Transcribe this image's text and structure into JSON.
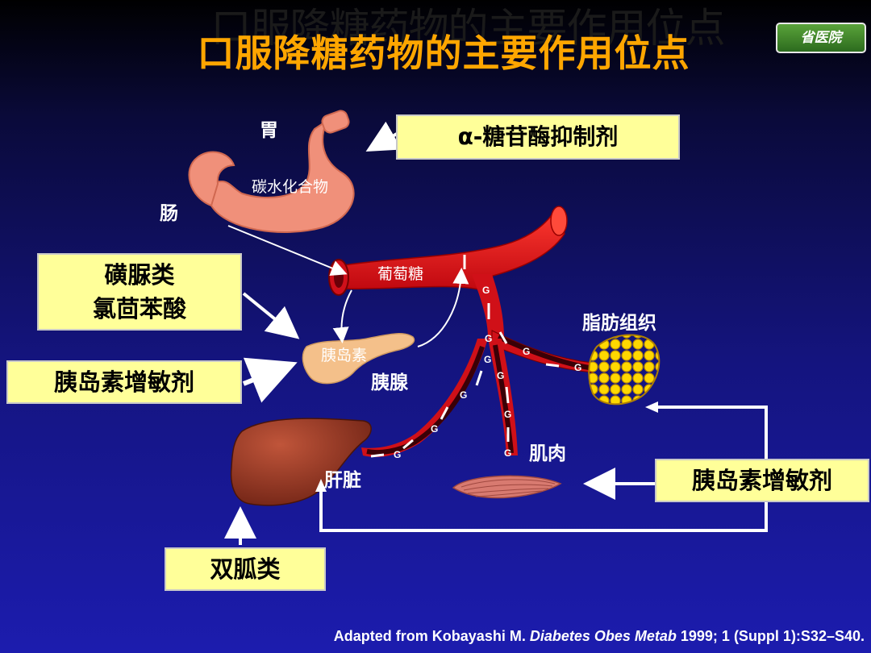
{
  "header": {
    "ghost_title": "口服降糖药物的主要作用位点",
    "title": "口服降糖药物的主要作用位点",
    "logo_text": "省医院"
  },
  "drug_boxes": {
    "alpha_glucosidase": "α-糖苷酶抑制剂",
    "sulfonylurea_line1": "磺脲类",
    "sulfonylurea_line2": "氯茴苯酸",
    "sensitizer_left": "胰岛素增敏剂",
    "sensitizer_right": "胰岛素增敏剂",
    "biguanide": "双胍类"
  },
  "organ_labels": {
    "stomach": "胃",
    "carbohydrate": "碳水化合物",
    "intestine": "肠",
    "glucose": "葡萄糖",
    "insulin": "胰岛素",
    "pancreas": "胰腺",
    "adipose": "脂肪组织",
    "muscle": "肌肉",
    "liver": "肝脏"
  },
  "glucose_letter": "G",
  "citation": {
    "prefix": "Adapted from Kobayashi M. ",
    "journal": "Diabetes Obes Metab",
    "suffix": " 1999; 1 (Suppl 1):S32–S40."
  },
  "colors": {
    "title": "#ffa600",
    "box_fill": "#ffff99",
    "vessel": "#e8101a",
    "vessel_dark": "#8a0a10",
    "liver": "#8a2e1c",
    "stomach": "#f0907a",
    "pancreas": "#f4c08a",
    "adipose": "#f0c800",
    "muscle": "#d87a70",
    "arrow": "#ffffff"
  }
}
